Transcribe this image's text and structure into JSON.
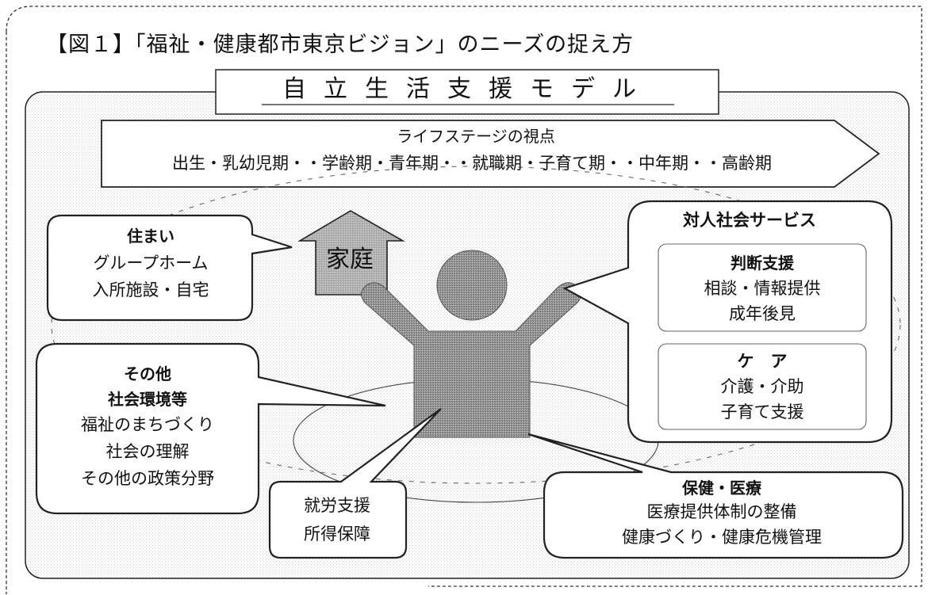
{
  "figure": {
    "title": "【図１】「福祉・健康都市東京ビジョン」のニーズの捉え方"
  },
  "model": {
    "title": "自立生活支援モデル"
  },
  "lifestage": {
    "title": "ライフステージの視点",
    "stages": "出生・乳幼児期・・学齢期・青年期・・就職期・子育て期・・中年期・・高齢期"
  },
  "housing": {
    "title": "住まい",
    "line1": "グループホーム",
    "line2": "入所施設・自宅"
  },
  "family": {
    "label": "家庭"
  },
  "other": {
    "title": "その他",
    "line1": "社会環境等",
    "line2": "福祉のまちづくり",
    "line3": "社会の理解",
    "line4": "その他の政策分野"
  },
  "employment": {
    "line1": "就労支援",
    "line2": "所得保障"
  },
  "services": {
    "title": "対人社会サービス",
    "judgment": {
      "title": "判断支援",
      "line1": "相談・情報提供",
      "line2": "成年後見"
    },
    "care": {
      "title": "ケ　ア",
      "line1": "介護・介助",
      "line2": "子育て支援"
    }
  },
  "health": {
    "title": "保健・医療",
    "line1": "医療提供体制の整備",
    "line2": "健康づくり・健康危機管理"
  }
}
